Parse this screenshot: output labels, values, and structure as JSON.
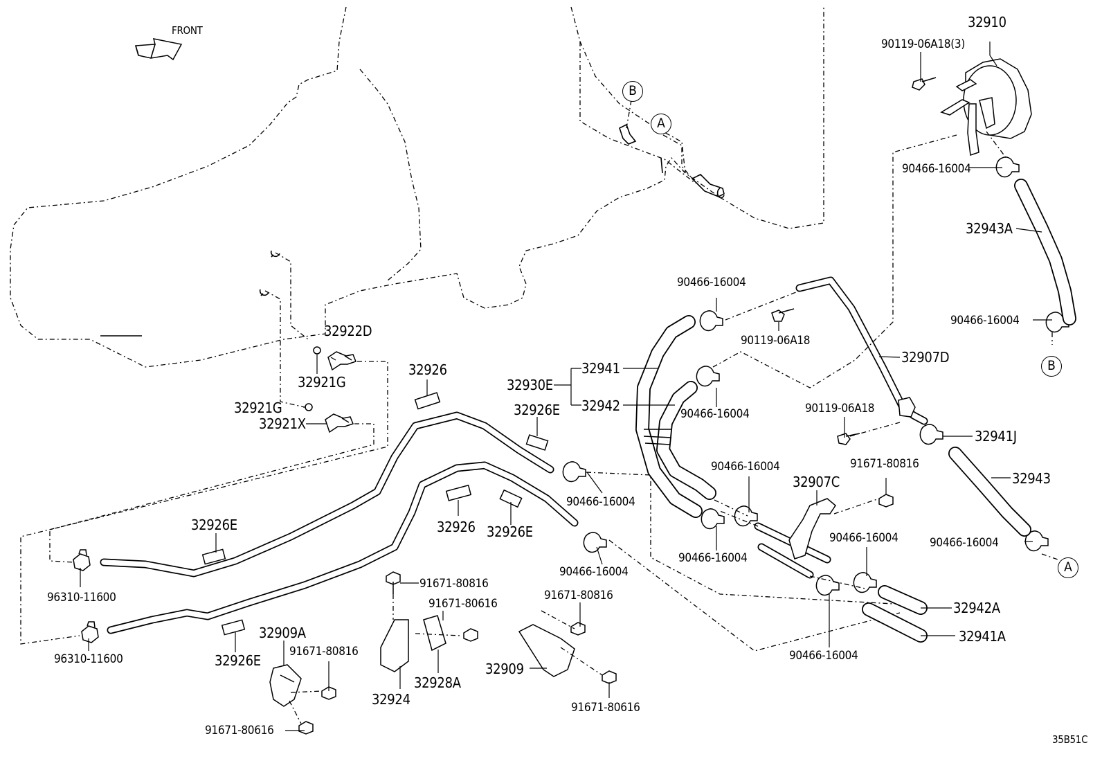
{
  "diagram_code": "35B51C",
  "front_label": "FRONT",
  "markers": {
    "a": "A",
    "b": "B"
  },
  "labels": {
    "p32910": "32910",
    "p90119_3": "90119-06A18(3)",
    "p90466_top": "90466-16004",
    "p32943A": "32943A",
    "p90466_right": "90466-16004",
    "p90466_upper": "90466-16004",
    "p90119_mid": "90119-06A18",
    "p32907D": "32907D",
    "p32941": "32941",
    "p32930E": "32930E",
    "p32942": "32942",
    "p90466_midleft": "90466-16004",
    "p90119_lower": "90119-06A18",
    "p32941J": "32941J",
    "p91671_80816_right": "91671-80816",
    "p32907C": "32907C",
    "p90466_c1": "90466-16004",
    "p32943": "32943",
    "p90466_a": "90466-16004",
    "p90466_c2": "90466-16004",
    "p90466_c3": "90466-16004",
    "p32942A": "32942A",
    "p32941A": "32941A",
    "p90466_c4": "90466-16004",
    "p32922D": "32922D",
    "p32921G_1": "32921G",
    "p32921G_2": "32921G",
    "p32921X": "32921X",
    "p32926_1": "32926",
    "p32926E_1": "32926E",
    "p90466_pipe1": "90466-16004",
    "p32926E_2": "32926E",
    "p32926_2": "32926",
    "p32926E_3": "32926E",
    "p90466_pipe2": "90466-16004",
    "p96310_1": "96310-11600",
    "p96310_2": "96310-11600",
    "p32926E_4": "32926E",
    "p32909A": "32909A",
    "p91671_80816_a": "91671-80816",
    "p91671_80616_a": "91671-80616",
    "p91671_80816_b": "91671-80816",
    "p91671_80616_b": "91671-80616",
    "p32924": "32924",
    "p32928A": "32928A",
    "p91671_80816_c": "91671-80816",
    "p32909": "32909",
    "p91671_80616_c": "91671-80616"
  }
}
